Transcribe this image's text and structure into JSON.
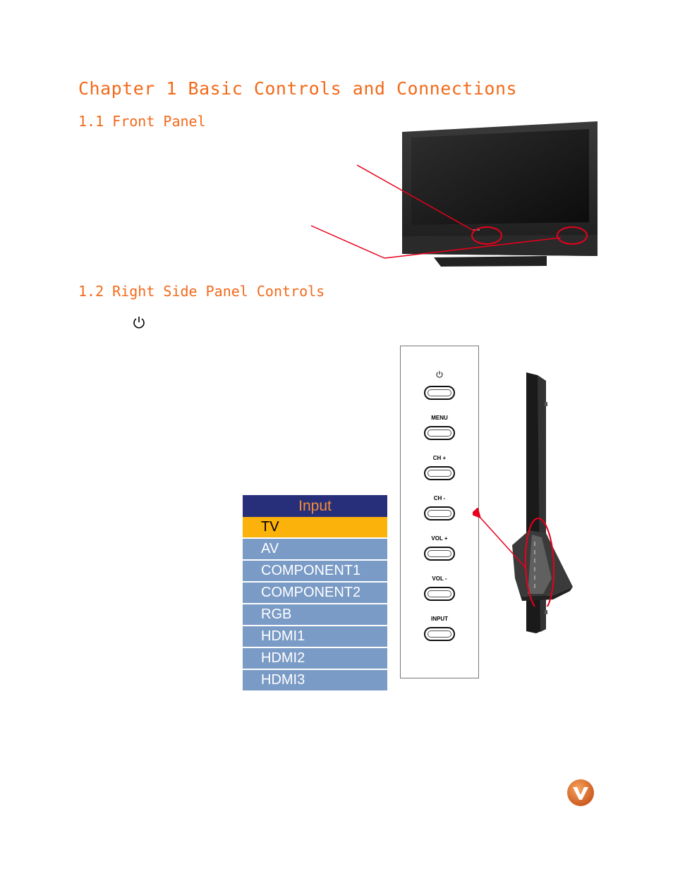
{
  "doc": {
    "chapter_title": "Chapter 1  Basic Controls and Connections",
    "section1_title": "1.1 Front Panel",
    "section2_title": "1.2 Right Side Panel Controls"
  },
  "input_menu": {
    "title": "Input",
    "items": [
      "TV",
      "AV",
      "COMPONENT1",
      "COMPONENT2",
      "RGB",
      "HDMI1",
      "HDMI2",
      "HDMI3"
    ],
    "selected": "TV"
  },
  "side_panel": {
    "buttons": [
      "MENU",
      "CH +",
      "CH -",
      "VOL +",
      "VOL -",
      "INPUT"
    ]
  },
  "colors": {
    "heading": "#f26a1b",
    "annotation": "#e8001c",
    "menu_title_bg": "#272f7a",
    "menu_title_text": "#f28c38",
    "menu_item_bg": "#7a9bc6",
    "menu_selected_bg": "#fbb20a"
  }
}
